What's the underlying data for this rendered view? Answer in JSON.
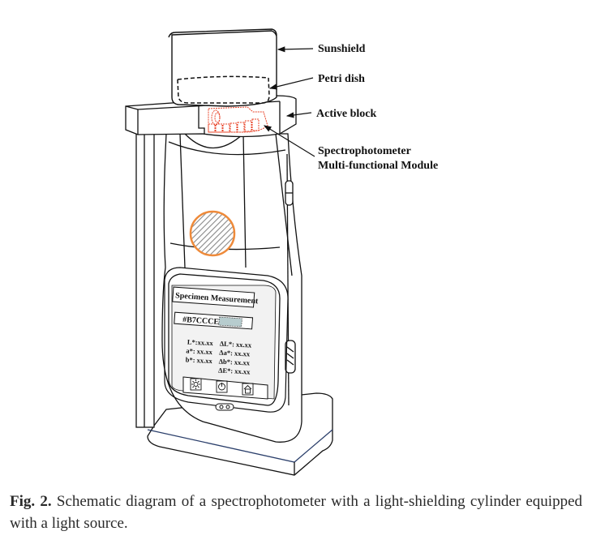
{
  "figure": {
    "labels": {
      "sunshield": "Sunshield",
      "petri_dish": "Petri dish",
      "active_block": "Active block",
      "module_line1": "Spectrophotometer",
      "module_line2": "Multi-functional Module"
    },
    "screen": {
      "title": "Specimen Measurement",
      "color_code": "#B7CCCE",
      "swatch_color": "#B7CCCE",
      "readings_left": [
        "L*:xx.xx",
        "a*: xx.xx",
        "b*: xx.xx"
      ],
      "readings_right": [
        "ΔL*: xx.xx",
        "Δa*: xx.xx",
        "Δb*: xx.xx",
        "ΔE*: xx.xx"
      ],
      "buttons": [
        {
          "icon": "sun-icon"
        },
        {
          "icon": "power-icon"
        },
        {
          "icon": "home-icon"
        }
      ]
    },
    "colors": {
      "module_outline": "#e8442a",
      "light_source_ring": "#ee8a3a",
      "base_outline": "#2b3f6b"
    }
  },
  "caption": {
    "label": "Fig. 2.",
    "text": "Schematic diagram of a spectrophotometer with a light-shielding cylinder equipped with a light source."
  }
}
